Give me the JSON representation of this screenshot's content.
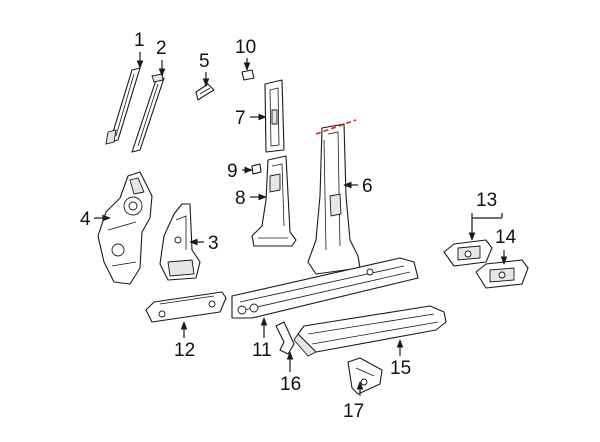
{
  "callouts": [
    {
      "id": "1",
      "text": "1"
    },
    {
      "id": "2",
      "text": "2"
    },
    {
      "id": "3",
      "text": "3"
    },
    {
      "id": "4",
      "text": "4"
    },
    {
      "id": "5",
      "text": "5"
    },
    {
      "id": "6",
      "text": "6"
    },
    {
      "id": "7",
      "text": "7"
    },
    {
      "id": "8",
      "text": "8"
    },
    {
      "id": "9",
      "text": "9"
    },
    {
      "id": "10",
      "text": "10"
    },
    {
      "id": "11",
      "text": "11"
    },
    {
      "id": "12",
      "text": "12"
    },
    {
      "id": "13",
      "text": "13"
    },
    {
      "id": "14",
      "text": "14"
    },
    {
      "id": "15",
      "text": "15"
    },
    {
      "id": "16",
      "text": "16"
    },
    {
      "id": "17",
      "text": "17"
    }
  ],
  "colors": {
    "line": "#1a1a1a",
    "cut_line": "#e0201a",
    "background": "#ffffff"
  }
}
